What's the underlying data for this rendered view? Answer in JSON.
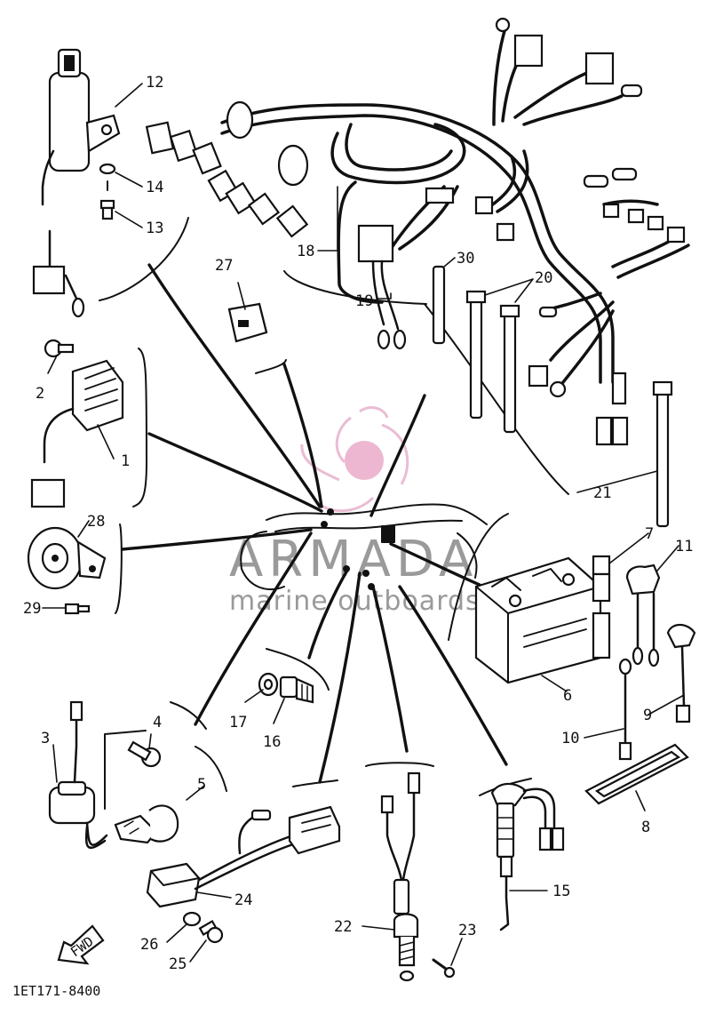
{
  "watermark": {
    "brand": "ARMADA",
    "tagline": "marine outboards"
  },
  "diagram_code": "1ET171-8400",
  "fwd_label": "FWD",
  "callouts": {
    "c1": "1",
    "c2": "2",
    "c3": "3",
    "c4": "4",
    "c5": "5",
    "c6": "6",
    "c7": "7",
    "c8": "8",
    "c9": "9",
    "c10": "10",
    "c11": "11",
    "c12": "12",
    "c13": "13",
    "c14": "14",
    "c15": "15",
    "c16": "16",
    "c17": "17",
    "c18": "18",
    "c19": "19",
    "c20": "20",
    "c21": "21",
    "c22": "22",
    "c23": "23",
    "c24": "24",
    "c25": "25",
    "c26": "26",
    "c27": "27",
    "c28": "28",
    "c29": "29",
    "c30": "30"
  }
}
